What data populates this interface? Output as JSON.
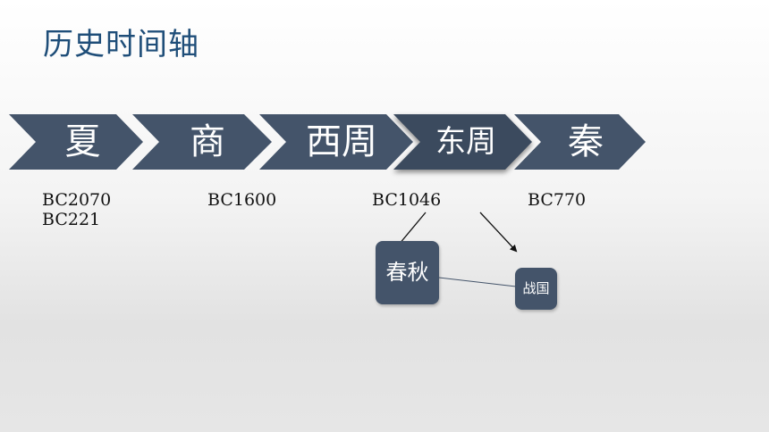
{
  "title": "历史时间轴",
  "colors": {
    "chevron": "#44546a",
    "chevron_selected": "#3b4a5e",
    "title": "#1f4e79",
    "box": "#44546a"
  },
  "timeline": {
    "dynasties": [
      {
        "label": "夏"
      },
      {
        "label": "商"
      },
      {
        "label": "西周"
      },
      {
        "label": "东周"
      },
      {
        "label": "秦"
      }
    ],
    "dates": [
      {
        "lines": [
          "BC2070",
          "BC221"
        ]
      },
      {
        "lines": [
          "BC1600"
        ]
      },
      {
        "lines": [
          "BC1046"
        ]
      },
      {
        "lines": [
          "BC770"
        ]
      }
    ]
  },
  "periods": [
    {
      "label": "春秋"
    },
    {
      "label": "战国"
    }
  ]
}
